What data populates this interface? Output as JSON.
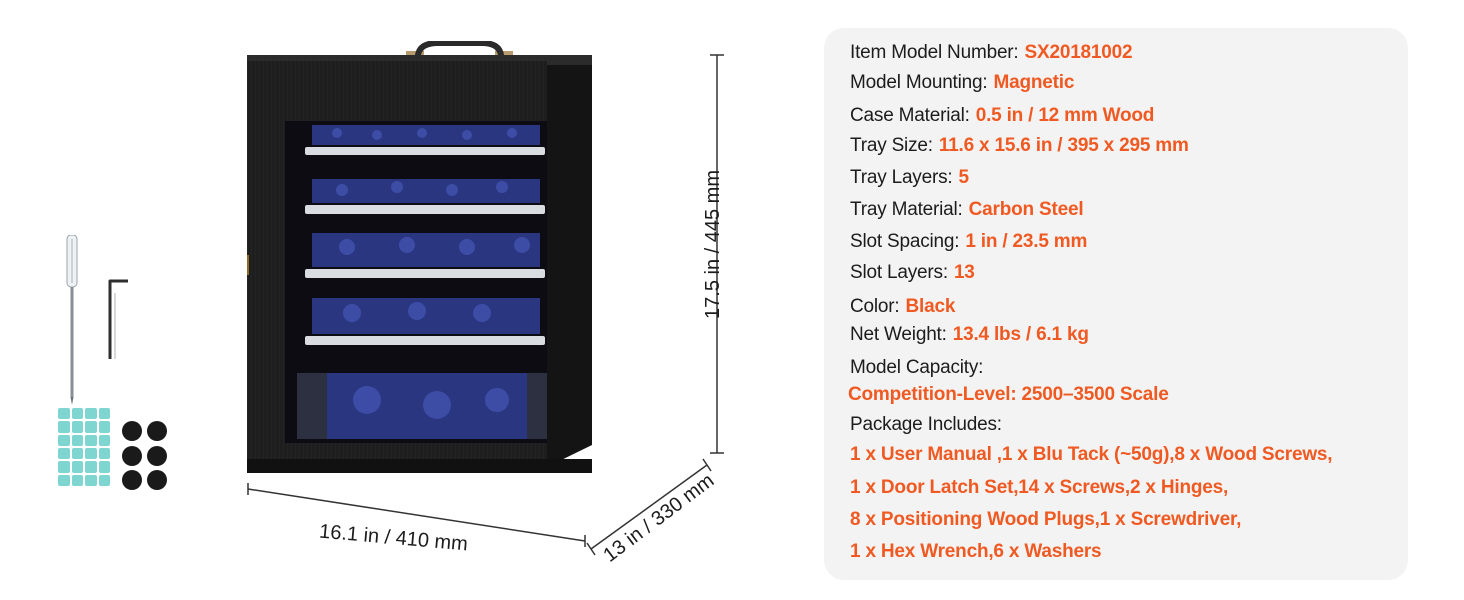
{
  "dimensions": {
    "width": "16.1 in / 410 mm",
    "height": "17.5 in / 445 mm",
    "depth": "13 in / 330 mm"
  },
  "specs": [
    {
      "key": "Item Model Number:",
      "value": "SX20181002"
    },
    {
      "key": "Model Mounting:",
      "value": "Magnetic"
    },
    {
      "key": "Case Material:",
      "value": "0.5 in / 12 mm Wood"
    },
    {
      "key": "Tray Size:",
      "value": "11.6 x 15.6 in / 395 x 295 mm"
    },
    {
      "key": "Tray Layers:",
      "value": "5"
    },
    {
      "key": "Tray Material:",
      "value": "Carbon Steel"
    },
    {
      "key": "Slot Spacing:",
      "value": "1 in / 23.5 mm"
    },
    {
      "key": "Slot Layers:",
      "value": "13"
    },
    {
      "key": "Color:",
      "value": "Black"
    },
    {
      "key": "Net Weight:",
      "value": "13.4 lbs / 6.1 kg"
    }
  ],
  "capacity": {
    "label": "Model Capacity:",
    "value": "Competition-Level: 2500–3500 Scale"
  },
  "package": {
    "label": "Package Includes:",
    "lines": [
      "1 x User Manual ,1 x Blu Tack (~50g),8 x Wood Screws,",
      "1 x Door Latch Set,14 x Screws,2 x Hinges,",
      "8 x Positioning Wood Plugs,1 x Screwdriver,",
      "1 x Hex Wrench,6 x Washers"
    ]
  },
  "colors": {
    "accent": "#f05a22",
    "cabinet": "#1e1e1e",
    "tack": "#7fd6d1",
    "card": "#f3f3f3"
  }
}
